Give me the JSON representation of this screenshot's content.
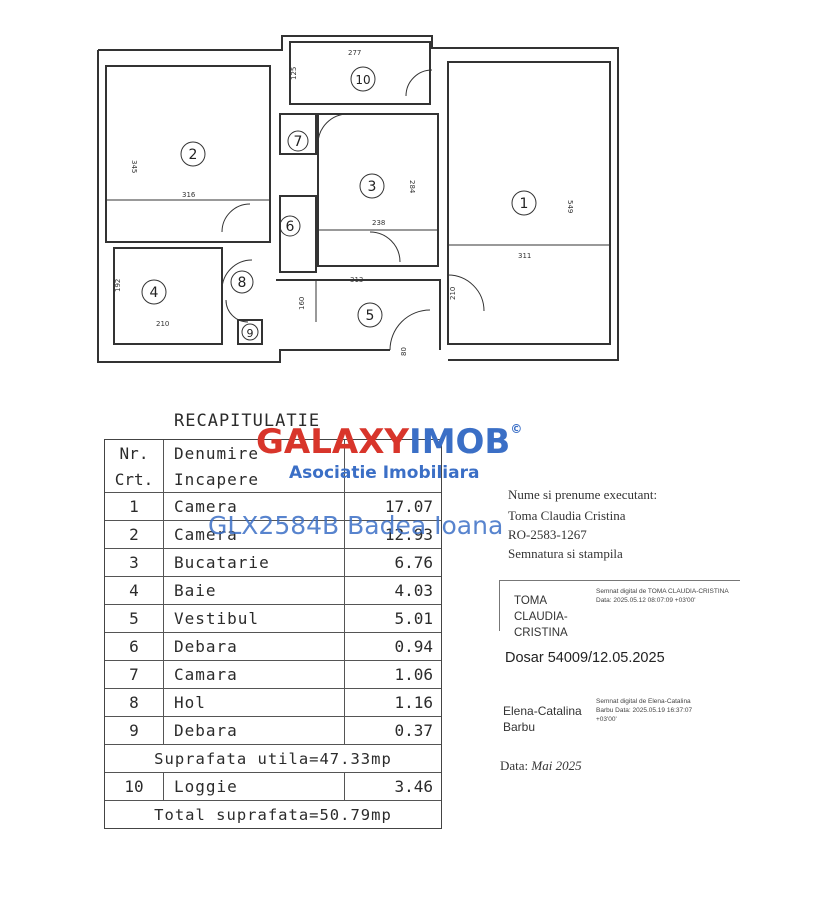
{
  "plan": {
    "rooms": [
      {
        "no": "1"
      },
      {
        "no": "2"
      },
      {
        "no": "3"
      },
      {
        "no": "4"
      },
      {
        "no": "5"
      },
      {
        "no": "6"
      },
      {
        "no": "7"
      },
      {
        "no": "8"
      },
      {
        "no": "9"
      },
      {
        "no": "10"
      }
    ],
    "dimensions": {
      "d277": "277",
      "d125": "125",
      "d316": "316",
      "d345": "345",
      "d311": "311",
      "d549": "549",
      "d238": "238",
      "d313": "313",
      "d210": "210",
      "d192": "192",
      "d284": "284",
      "d160": "160",
      "d210b": "210",
      "d80": "80"
    }
  },
  "recap": {
    "title": "RECAPITULATIE",
    "hdr_nr_1": "Nr.",
    "hdr_nr_2": "Crt.",
    "hdr_den_1": "Denumire",
    "hdr_den_2": "Incapere",
    "rows": [
      {
        "nr": "1",
        "name": "Camera",
        "area": "17.07"
      },
      {
        "nr": "2",
        "name": "Camera",
        "area": "12.93"
      },
      {
        "nr": "3",
        "name": "Bucatarie",
        "area": "6.76"
      },
      {
        "nr": "4",
        "name": "Baie",
        "area": "4.03"
      },
      {
        "nr": "5",
        "name": "Vestibul",
        "area": "5.01"
      },
      {
        "nr": "6",
        "name": "Debara",
        "area": "0.94"
      },
      {
        "nr": "7",
        "name": "Camara",
        "area": "1.06"
      },
      {
        "nr": "8",
        "name": "Hol",
        "area": "1.16"
      },
      {
        "nr": "9",
        "name": "Debara",
        "area": "0.37"
      }
    ],
    "utila": "Suprafata utila=47.33mp",
    "row10": {
      "nr": "10",
      "name": "Loggie",
      "area": "3.46"
    },
    "total": "Total suprafata=50.79mp"
  },
  "watermark": {
    "brand_a": "GALAXY",
    "brand_b": "IMOB",
    "reg": "©",
    "subtitle": "Asociatie Imobiliara",
    "code": "GLX2584B Badea Ioana",
    "brand_red": "#d8352b",
    "brand_blue": "#3b6fc6"
  },
  "executant": {
    "line1": "Nume si prenume executant:",
    "line2": "Toma Claudia Cristina",
    "line3": "RO-2583-1267",
    "line4": "Semnatura si stampila",
    "sig_name": "TOMA CLAUDIA-CRISTINA",
    "sig_digital": "Semnat digital de TOMA CLAUDIA-CRISTINA Data: 2025.05.12 08:07:09 +03'00'"
  },
  "dosar": "Dosar 54009/12.05.2025",
  "signer2": {
    "name": "Elena-Catalina Barbu",
    "digital": "Semnat digital de Elena-Catalina Barbu Data: 2025.05.19 16:37:07 +03'00'"
  },
  "date": {
    "label": "Data:",
    "value": "Mai 2025"
  }
}
